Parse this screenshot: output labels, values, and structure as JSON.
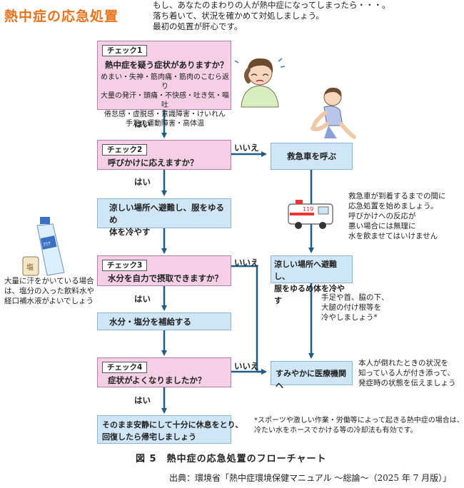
{
  "title": "熱中症の応急処置",
  "intro": [
    "もし、あなたのまわりの人が熱中症になってしまったら・・・。",
    "落ち着いて、状況を確かめて対処しましょう。",
    "最初の処置が肝心です。"
  ],
  "check1": {
    "tag": "チェック1",
    "question": "熱中症を疑う症状がありますか？",
    "symptoms": [
      "めまい・失神・筋肉痛・筋肉のこむら返り",
      "大量の発汗・頭痛・不快感・吐き気・嘔吐",
      "倦怠感・虚脱感・意識障害・けいれん",
      "手足の運動障害・高体温"
    ]
  },
  "check2": {
    "tag": "チェック2",
    "question": "呼びかけに応えますか？"
  },
  "check3": {
    "tag": "チェック3",
    "question": "水分を自力で摂取できますか？"
  },
  "check4": {
    "tag": "チェック4",
    "question": "症状がよくなりましたか？"
  },
  "actions": {
    "cool_left": [
      "涼しい場所へ避難し、服をゆるめ",
      "体を冷やす"
    ],
    "hydrate": "水分・塩分を補給する",
    "rest": [
      "そのまま安静にして十分に休息をとり、",
      "回復したら帰宅しましょう"
    ],
    "ambulance": "救急車を呼ぶ",
    "cool_right": [
      "涼しい場所へ避難し、",
      "服をゆるめ体を冷やす"
    ],
    "hospital": "すみやかに医療機関へ"
  },
  "labels": {
    "yes": "はい",
    "no": "いいえ"
  },
  "notes": {
    "ambulance_wait": [
      "救急車が到着するまでの間に",
      "応急処置を始めましょう。",
      "呼びかけへの反応が",
      "悪い場合には無理に",
      "水を飲ませてはいけません"
    ],
    "cooling_spots": [
      "手足や首、脇の下、",
      "大腿の付け根等を",
      "冷やしましょう*"
    ],
    "accompany": [
      "本人が倒れたときの状況を",
      "知っている人が付き添って、",
      "発症時の状態を伝えましょう"
    ],
    "sweat": [
      "大量に汗をかいている場合",
      "は、塩分の入った飲料水や",
      "経口補水液がよいでしょう"
    ],
    "footnote": [
      "*スポーツや激しい作業・労働等によって起きる熱中症の場合は、",
      "冷たい水をホースでかける等の冷却法も有効です。"
    ]
  },
  "bottle_label": "ｱｸｱ",
  "salt_label": "塩",
  "ambulance_sign": "119",
  "caption": "図 5　熱中症の応急処置のフローチャート",
  "source": "出典：環境省「熱中症環境保健マニュアル ～総論～（2025 年 7 月版）」",
  "colors": {
    "title": "#e8731c",
    "pink_box": "#f4cfe6",
    "blue_box": "#cfe6f6",
    "arrow": "#1f5d86"
  }
}
